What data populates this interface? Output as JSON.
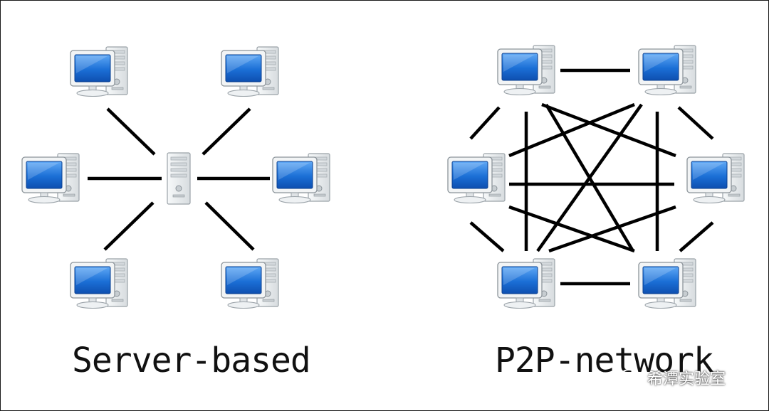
{
  "diagrams": [
    {
      "caption": "Server-based"
    },
    {
      "caption": "P2P-network"
    }
  ],
  "watermark": {
    "text": "希潭实验室",
    "icon": "wechat-icon"
  },
  "colors": {
    "screen": "#1b6fd6",
    "screen_edge": "#0b3f8f",
    "casing": "#eceff1",
    "casing_edge": "#9aa2a8",
    "link": "#000000"
  },
  "icons": {
    "workstation": "desktop-computer-icon",
    "server": "server-tower-icon"
  }
}
